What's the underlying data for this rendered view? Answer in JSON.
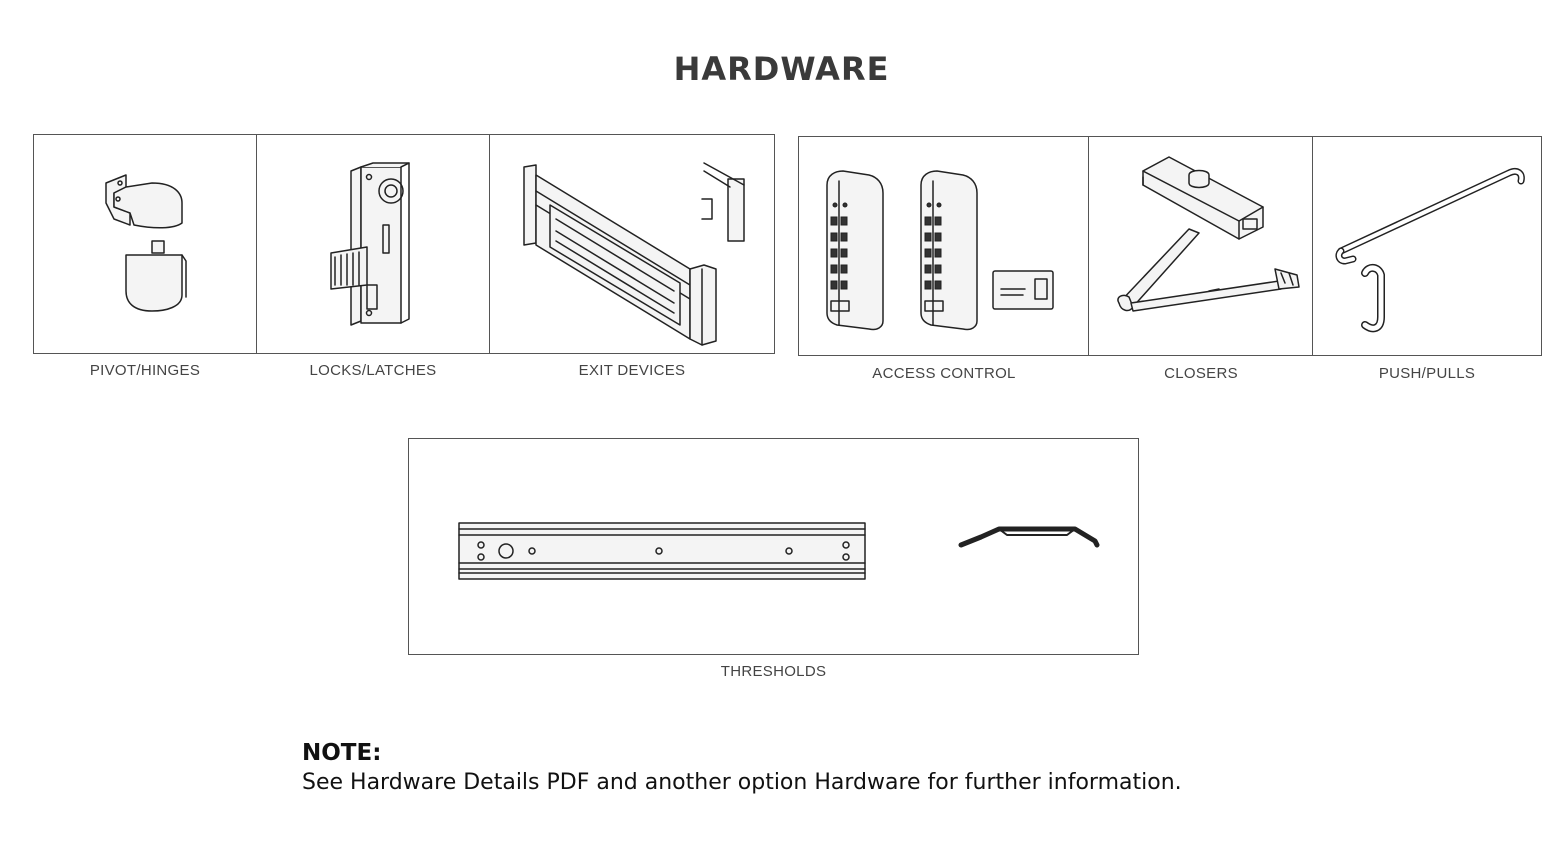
{
  "page": {
    "title": "HARDWARE"
  },
  "categories": [
    {
      "id": "pivot-hinges",
      "label": "PIVOT/HINGES"
    },
    {
      "id": "locks-latches",
      "label": "LOCKS/LATCHES"
    },
    {
      "id": "exit-devices",
      "label": "EXIT DEVICES"
    },
    {
      "id": "access-control",
      "label": "ACCESS CONTROL"
    },
    {
      "id": "closers",
      "label": "CLOSERS"
    },
    {
      "id": "push-pulls",
      "label": "PUSH/PULLS"
    },
    {
      "id": "thresholds",
      "label": "THRESHOLDS"
    }
  ],
  "note": {
    "title": "NOTE:",
    "text": "See Hardware Details PDF and another option Hardware for further information."
  },
  "icons": {
    "pivot-hinges": "pivot-hinge-icon",
    "locks-latches": "mortise-lock-icon",
    "exit-devices": "exit-device-icon",
    "access-control": "keypad-reader-icon",
    "closers": "door-closer-icon",
    "push-pulls": "push-pull-handle-icon",
    "thresholds": "threshold-profile-icon"
  }
}
